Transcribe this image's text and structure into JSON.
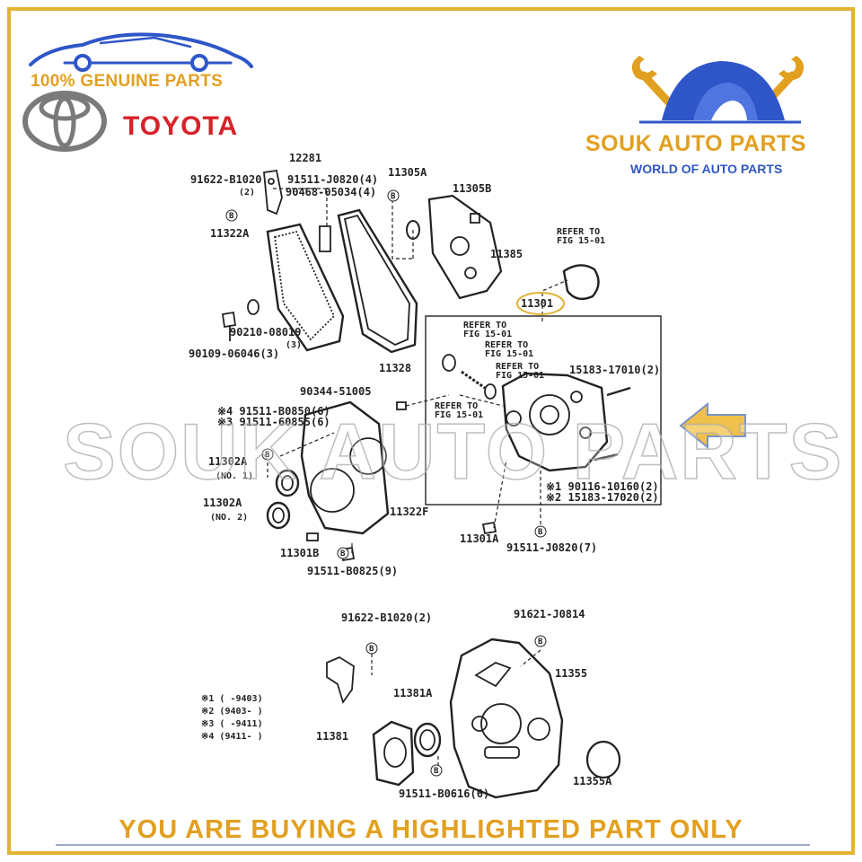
{
  "header": {
    "genuine_text": "100% GENUINE PARTS",
    "brand_text": "TOYOTA",
    "shop_name": "SOUK AUTO PARTS",
    "shop_tagline": "WORLD OF AUTO PARTS"
  },
  "watermark": "SOUK AUTO PARTS",
  "footer": {
    "notice": "YOU ARE BUYING A HIGHLIGHTED PART ONLY"
  },
  "colors": {
    "gold": "#e2a020",
    "brand_red": "#d8222a",
    "shop_blue": "#2f56c8",
    "frame": "#e2b233",
    "highlight": "#e2b233"
  },
  "parts": {
    "p12281": "12281",
    "p91622_b1020_top": "91622-B1020",
    "p91622_b1020_top_qty": "(2)",
    "p91511_j0820_4": "91511-J0820(4)",
    "p90468": "90468-05034(4)",
    "p11305a": "11305A",
    "p11305b": "11305B",
    "p11322a": "11322A",
    "p11385": "11385",
    "refer_top_1": "REFER TO",
    "refer_top_2": "FIG 15-01",
    "p11301": "11301",
    "p90210": "90210-08019",
    "p90210_qty": "(3)",
    "p90109": "90109-06046(3)",
    "p11328": "11328",
    "refer_a1": "REFER TO",
    "refer_a2": "FIG 15-01",
    "refer_b1": "REFER TO",
    "refer_b2": "FIG 15-01",
    "refer_c1": "REFER TO",
    "refer_c2": "FIG 15-01",
    "refer_d1": "REFER TO",
    "refer_d2": "FIG 15-01",
    "p15183_17010": "15183-17010(2)",
    "p90344": "90344-51005",
    "p91511_b0850": "※4 91511-B0850(6)",
    "p91511_60855": "※3 91511-60855(6)",
    "p11302a_1": "11302A",
    "p11302a_1_note": "(NO. 1)",
    "p11302a_2": "11302A",
    "p11302a_2_note": "(NO. 2)",
    "p11322f": "11322F",
    "p90116": "※1 90116-10160(2)",
    "p15183_17020": "※2 15183-17020(2)",
    "p11301b": "11301B",
    "p11301a": "11301A",
    "p91511_j0820_7": "91511-J0820(7)",
    "p91511_b0825": "91511-B0825(9)",
    "p91622_b1020_bottom": "91622-B1020(2)",
    "p91621_j0814": "91621-J0814",
    "p11355": "11355",
    "p11381a": "11381A",
    "p11381": "11381",
    "p91511_b0616": "91511-B0616(6)",
    "p11355a": "11355A"
  },
  "notes": [
    "※1 (       -9403)",
    "※2 (9403-        )",
    "※3 (       -9411)",
    "※4 (9411-        )"
  ]
}
